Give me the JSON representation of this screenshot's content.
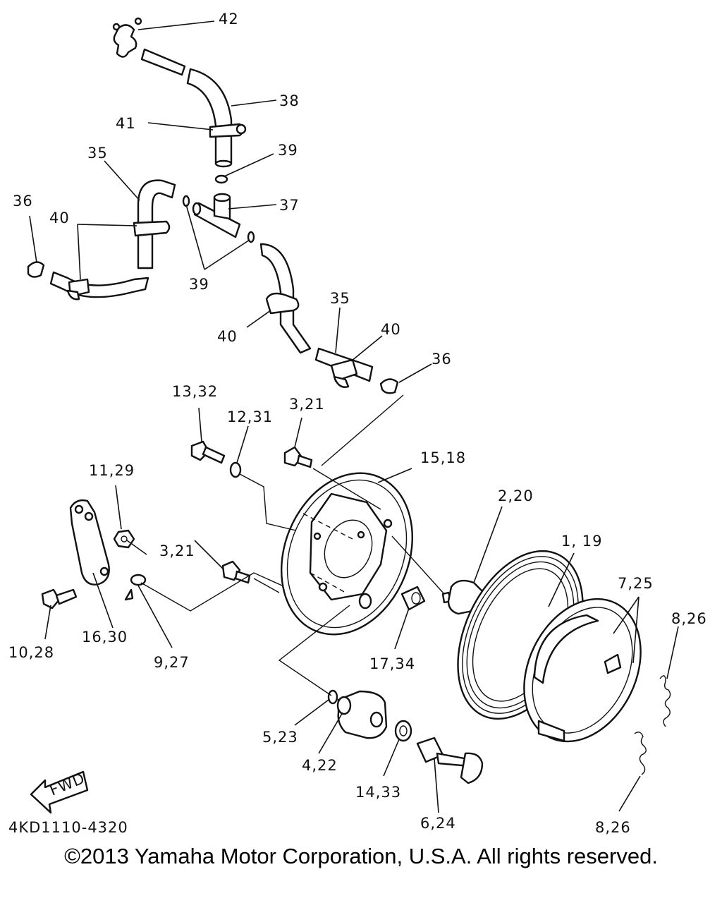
{
  "diagram_code": "4KD1110-4320",
  "fwd_label": "FWD",
  "copyright": "©2013 Yamaha Motor Corporation, U.S.A. All rights reserved.",
  "callouts": {
    "c42": "42",
    "c38": "38",
    "c41": "41",
    "c39a": "39",
    "c35a": "35",
    "c37": "37",
    "c36a": "36",
    "c40a": "40",
    "c39b": "39",
    "c35b": "35",
    "c40b": "40",
    "c40c": "40",
    "c36b": "36",
    "c13_32": "13,32",
    "c12_31": "12,31",
    "c3_21a": "3,21",
    "c15_18": "15,18",
    "c11_29": "11,29",
    "c2_20": "2,20",
    "c1_19": "1, 19",
    "c3_21b": "3,21",
    "c7_25": "7,25",
    "c8_26a": "8,26",
    "c10_28": "10,28",
    "c16_30": "16,30",
    "c9_27": "9,27",
    "c17_34": "17,34",
    "c5_23": "5,23",
    "c4_22": "4,22",
    "c14_33": "14,33",
    "c6_24": "6,24",
    "c8_26b": "8,26"
  }
}
